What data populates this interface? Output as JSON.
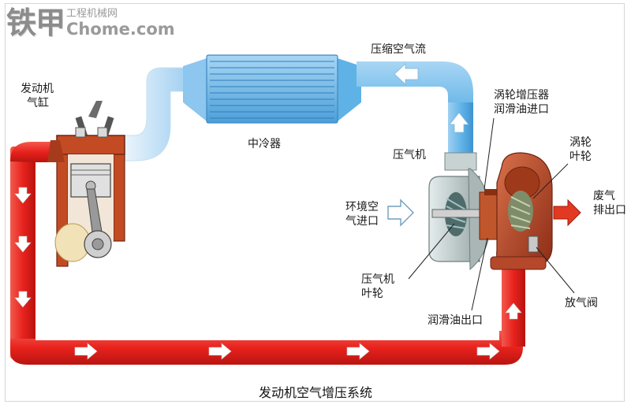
{
  "watermark": {
    "brand": "铁甲",
    "subtitle": "工程机械网",
    "domain": "Chome.com"
  },
  "labels": {
    "engine_cylinder": [
      "发动机",
      "气缸"
    ],
    "intercooler": "中冷器",
    "compressed_air_flow": "压缩空气流",
    "turbo_oil_inlet": [
      "涡轮增压器",
      "润滑油进口"
    ],
    "compressor": "压气机",
    "turbine_wheel": [
      "涡轮",
      "叶轮"
    ],
    "ambient_air_inlet": [
      "环境空",
      "气进口"
    ],
    "exhaust_outlet": [
      "废气",
      "排出口"
    ],
    "compressor_wheel": [
      "压气机",
      "叶轮"
    ],
    "oil_outlet": "润滑油出口",
    "wastegate": "放气阀"
  },
  "caption": "发动机空气增压系统",
  "colors": {
    "exhaust_pipe": "#e8221d",
    "exhaust_pipe_edge": "#b01010",
    "intake_pipe": "#5fb2e6",
    "intake_pipe_light": "#b9dcf5",
    "intercooler_fill": "#6cb6e8",
    "intercooler_fin": "#3e8fcc",
    "engine_block": "#c24b24",
    "turbine_housing": "#b5472a",
    "compressor_housing": "#b8c4c4"
  }
}
